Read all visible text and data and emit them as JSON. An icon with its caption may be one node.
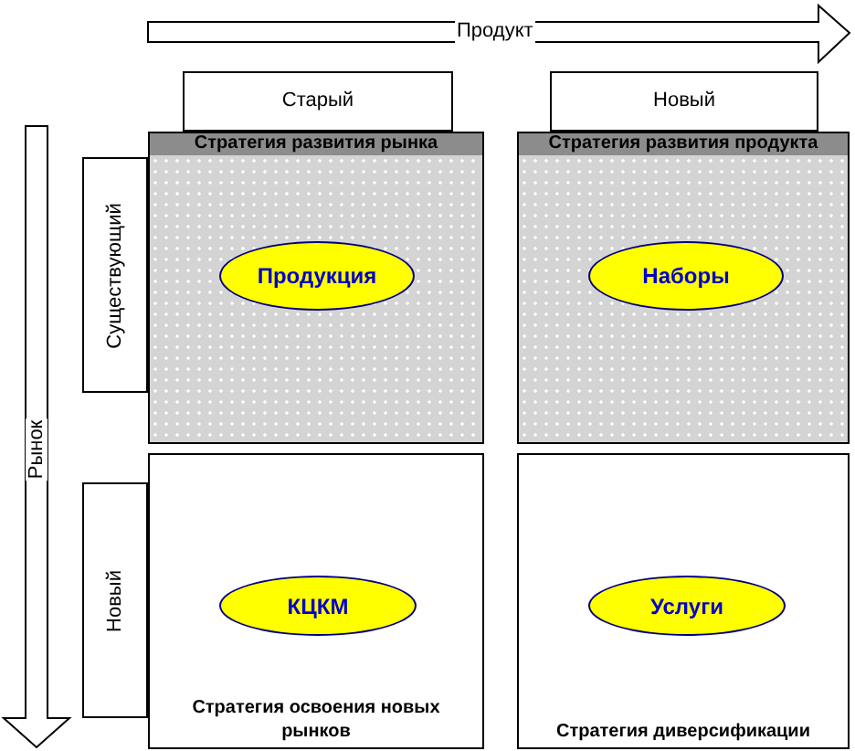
{
  "diagram": {
    "nodes": [
      {
        "text": [
          "Старый"
        ]
      },
      {
        "text": [
          "Новый"
        ]
      },
      {
        "text": [
          "Стратегия развития рынка"
        ]
      },
      {
        "text": [
          "Продукция"
        ],
        "in": 2
      },
      {
        "text": [
          "Стратегия развития продукта"
        ]
      },
      {
        "text": [
          "Наборы"
        ],
        "in": 4
      },
      {
        "text": [
          "Существующий"
        ]
      },
      {
        "text": [
          "Стратегия освоения новых рынков"
        ]
      },
      {
        "text": [
          "КЦКМ"
        ],
        "in": 7
      },
      {
        "text": [
          "Стратегия диверсификации"
        ]
      },
      {
        "text": [
          "Услуги"
        ],
        "in": 9
      },
      {
        "text": [
          "Новый"
        ]
      }
    ],
    "labels": [
      "Продукт",
      "Рынок"
    ]
  }
}
